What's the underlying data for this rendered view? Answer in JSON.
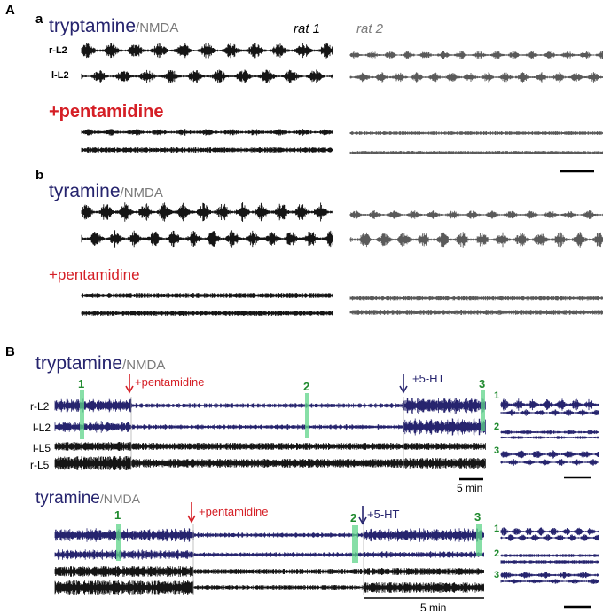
{
  "panels": {
    "A": "A",
    "a": "a",
    "b": "b",
    "B": "B"
  },
  "panel_a": {
    "drug": "tryptamine",
    "cond": "/NMDA",
    "rat1": "rat 1",
    "rat2": "rat 2",
    "ch_r": "r-L2",
    "ch_l": "l-L2",
    "treat": "+pentamidine"
  },
  "panel_b": {
    "drug": "tyramine",
    "cond": "/NMDA",
    "treat": "+pentamidine"
  },
  "panel_B1": {
    "drug": "tryptamine",
    "cond": "/NMDA",
    "treat": "+pentamidine",
    "ht": "+5-HT",
    "channels": [
      "r-L2",
      "l-L2",
      "l-L5",
      "r-L5"
    ],
    "markers": [
      "1",
      "2",
      "3"
    ],
    "scale": "5 min"
  },
  "panel_B2": {
    "drug": "tyramine",
    "cond": "/NMDA",
    "treat": "+pentamidine",
    "ht": "+5-HT",
    "markers": [
      "1",
      "2",
      "3"
    ],
    "scale": "5 min"
  },
  "inset_nums": [
    "1",
    "2",
    "3"
  ],
  "colors": {
    "navy": "#26246e",
    "trace_black": "#151515",
    "trace_gray": "#5a5a5a",
    "red": "#d51f26",
    "green": "#1f8a2e",
    "highlight": "#5fd48a"
  }
}
